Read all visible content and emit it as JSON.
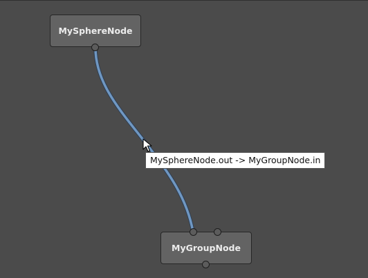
{
  "graph": {
    "nodes": [
      {
        "label": "MySphereNode",
        "ports": [
          "out"
        ]
      },
      {
        "label": "MyGroupNode",
        "ports": [
          "in",
          "in-secondary",
          "out"
        ]
      }
    ],
    "connection": {
      "from": "MySphereNode.out",
      "to": "MyGroupNode.in",
      "color": "#6f97c2"
    },
    "tooltip": {
      "text": "MySphereNode.out -> MyGroupNode.in"
    }
  },
  "icons": {
    "cursor": "mouse-pointer-icon"
  },
  "colors": {
    "background": "#4b4b4b",
    "node_fill": "#636363",
    "link": "#6f97c2"
  }
}
